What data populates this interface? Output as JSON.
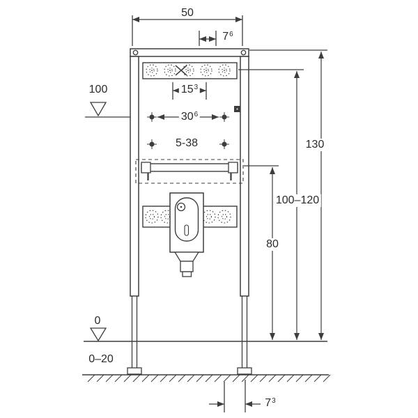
{
  "labels": {
    "width": {
      "main": "50"
    },
    "supply_offset": {
      "main": "7",
      "sup": "6"
    },
    "level_top": {
      "main": "100"
    },
    "fixing_spacing": {
      "main": "15",
      "sup": "3"
    },
    "hole_spacing": {
      "main": "30",
      "sup": "6"
    },
    "hole_range": {
      "main": "5-38"
    },
    "total_height": {
      "main": "130"
    },
    "plate_height": {
      "main": "100–120"
    },
    "trap_height": {
      "main": "80"
    },
    "level_floor": {
      "main": "0"
    },
    "floor_range": {
      "main": "0–20"
    },
    "foot_offset": {
      "main": "7",
      "sup": "3"
    }
  },
  "icons": {
    "level_marker_100": "triangle-down-outline",
    "level_marker_0": "triangle-down-outline",
    "water_supply_marker": "x-cross",
    "clip_marker": "filled-square"
  },
  "colors": {
    "line": "#3d3d3d",
    "text": "#2b2b2b",
    "background": "#ffffff"
  }
}
